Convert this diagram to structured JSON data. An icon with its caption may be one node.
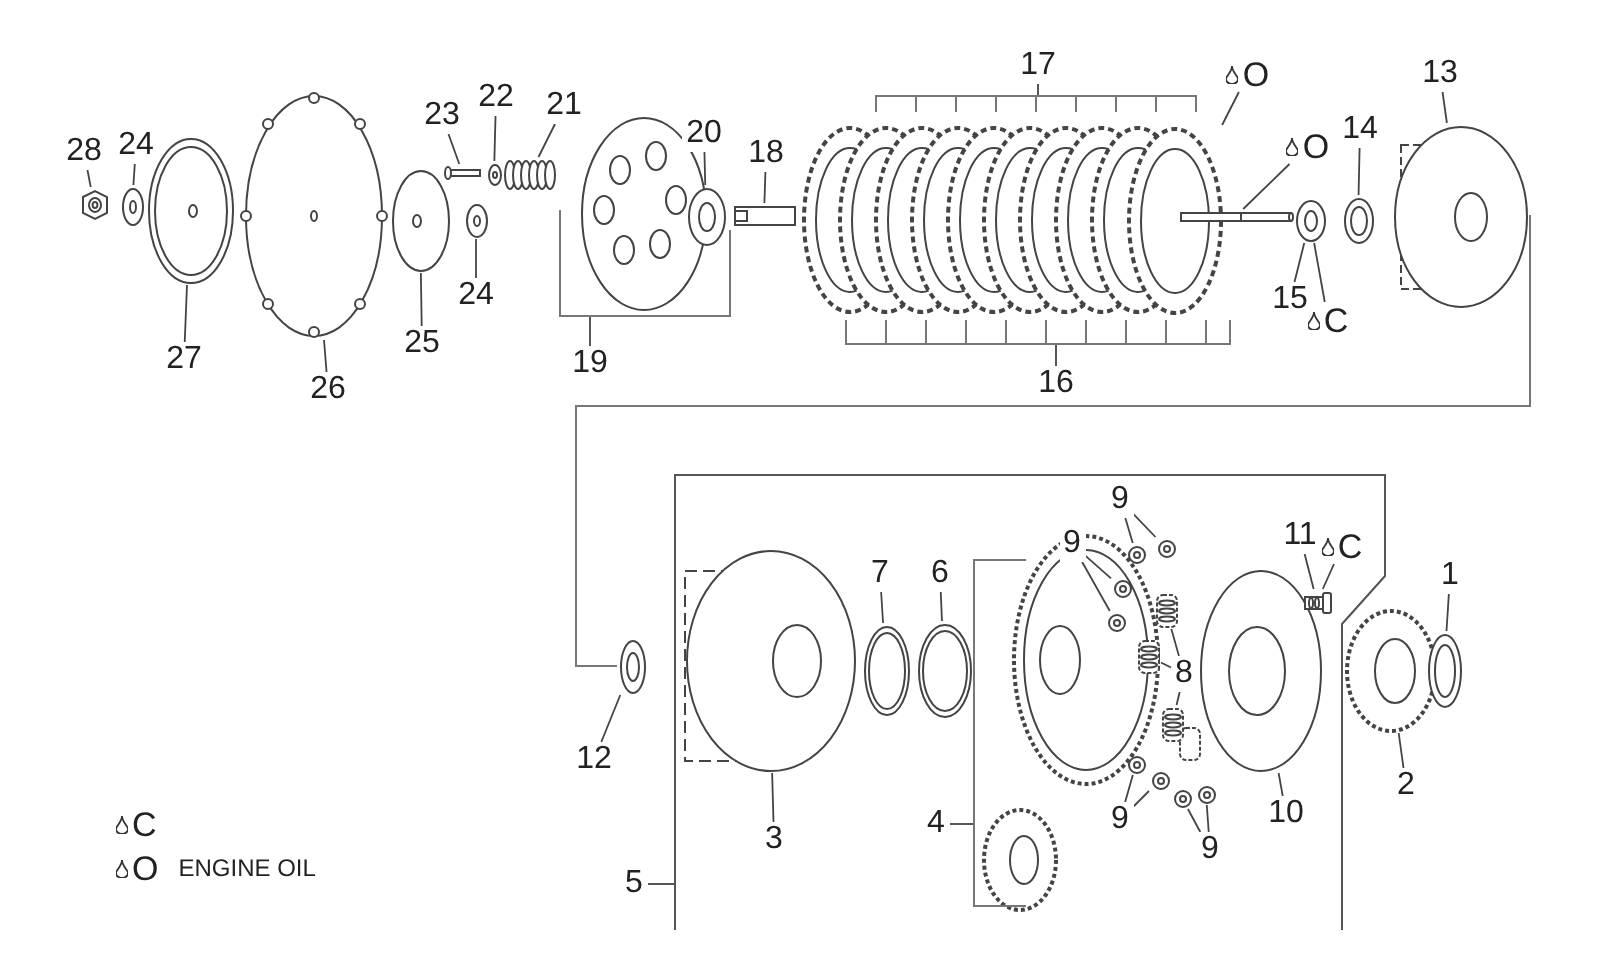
{
  "diagram": {
    "nodes": [
      {
        "text": [
          "17"
        ]
      },
      {
        "text": [
          "13"
        ]
      },
      {
        "text": [
          "22"
        ]
      },
      {
        "text": [
          "21"
        ]
      },
      {
        "text": [
          "23"
        ]
      },
      {
        "text": [
          "14"
        ]
      },
      {
        "text": [
          "20"
        ]
      },
      {
        "text": [
          "24"
        ]
      },
      {
        "text": [
          "18"
        ]
      },
      {
        "text": [
          "28"
        ]
      },
      {
        "text": [
          "15"
        ]
      },
      {
        "text": [
          "24"
        ]
      },
      {
        "text": [
          "25"
        ]
      },
      {
        "text": [
          "27"
        ]
      },
      {
        "text": [
          "19"
        ]
      },
      {
        "text": [
          "16"
        ]
      },
      {
        "text": [
          "26"
        ]
      },
      {
        "text": [],
        "shape": "box"
      },
      {
        "text": [
          "9"
        ],
        "in": 17
      },
      {
        "text": [
          "11"
        ],
        "in": 17
      },
      {
        "text": [
          "9"
        ],
        "in": 17
      },
      {
        "text": [
          "7"
        ],
        "in": 17
      },
      {
        "text": [
          "6"
        ],
        "in": 17
      },
      {
        "text": [
          "1"
        ]
      },
      {
        "text": [
          "8"
        ],
        "in": 17
      },
      {
        "text": [
          "12"
        ]
      },
      {
        "text": [
          "2"
        ]
      },
      {
        "text": [
          "10"
        ],
        "in": 17
      },
      {
        "text": [
          "9"
        ],
        "in": 17
      },
      {
        "text": [
          "4"
        ],
        "in": 17
      },
      {
        "text": [
          "3"
        ],
        "in": 17
      },
      {
        "text": [
          "9"
        ],
        "in": 17
      },
      {
        "text": [
          "5"
        ]
      },
      {
        "text": [
          "O"
        ]
      },
      {
        "text": [
          "O"
        ]
      },
      {
        "text": [
          "C"
        ]
      },
      {
        "text": [
          "C"
        ],
        "in": 17
      },
      {
        "text": [],
        "shape": "bracket"
      },
      {
        "text": [],
        "shape": "bracket"
      },
      {
        "text": [],
        "shape": "bracket"
      },
      {
        "text": [],
        "shape": "bracket",
        "in": 17
      },
      {
        "text": [],
        "shape": "picture"
      },
      {
        "text": [],
        "shape": "picture"
      },
      {
        "text": [],
        "shape": "picture"
      },
      {
        "text": [],
        "shape": "picture"
      },
      {
        "text": [],
        "shape": "picture"
      },
      {
        "text": [],
        "shape": "picture"
      },
      {
        "text": [],
        "shape": "picture"
      },
      {
        "text": [],
        "shape": "picture"
      },
      {
        "text": [],
        "shape": "picture"
      },
      {
        "text": [],
        "shape": "picture"
      },
      {
        "text": [],
        "shape": "picture"
      },
      {
        "text": [],
        "shape": "picture"
      },
      {
        "text": [],
        "shape": "picture"
      },
      {
        "text": [],
        "shape": "picture"
      },
      {
        "text": [],
        "shape": "picture"
      },
      {
        "text": [],
        "shape": "picture"
      },
      {
        "text": [],
        "shape": "picture"
      },
      {
        "text": [],
        "shape": "picture",
        "in": 17
      },
      {
        "text": [],
        "shape": "picture",
        "in": 17
      },
      {
        "text": [],
        "shape": "picture",
        "in": 17
      },
      {
        "text": [],
        "shape": "picture",
        "in": 17
      },
      {
        "text": [],
        "shape": "picture",
        "in": 17
      },
      {
        "text": [],
        "shape": "picture",
        "in": 17
      },
      {
        "text": [],
        "shape": "picture",
        "in": 17
      },
      {
        "text": [],
        "shape": "picture",
        "in": 17
      },
      {
        "text": [],
        "shape": "picture",
        "in": 17
      },
      {
        "text": [],
        "shape": "picture",
        "in": 17
      },
      {
        "text": [],
        "shape": "picture",
        "in": 17
      },
      {
        "text": [],
        "shape": "picture",
        "in": 17
      },
      {
        "text": [],
        "shape": "picture",
        "in": 17
      },
      {
        "text": [],
        "shape": "picture",
        "in": 17
      },
      {
        "text": [],
        "shape": "picture",
        "in": 17
      },
      {
        "text": [],
        "shape": "picture",
        "in": 17
      },
      {
        "text": [],
        "shape": "picture"
      },
      {
        "text": [],
        "shape": "picture"
      }
    ],
    "edges": [
      {
        "from": 0,
        "to": 37,
        "arrow": "none"
      },
      {
        "from": 1,
        "to": 56,
        "arrow": "none"
      },
      {
        "from": 2,
        "to": 48,
        "arrow": "none"
      },
      {
        "from": 3,
        "to": 49,
        "arrow": "none"
      },
      {
        "from": 4,
        "to": 47,
        "arrow": "none"
      },
      {
        "from": 5,
        "to": 55,
        "arrow": "none"
      },
      {
        "from": 6,
        "to": 50,
        "arrow": "none"
      },
      {
        "from": 7,
        "to": 42,
        "arrow": "none"
      },
      {
        "from": 8,
        "to": 51,
        "arrow": "none"
      },
      {
        "from": 9,
        "to": 41,
        "arrow": "none"
      },
      {
        "from": 10,
        "to": 54,
        "arrow": "none"
      },
      {
        "from": 11,
        "to": 46,
        "arrow": "none"
      },
      {
        "from": 12,
        "to": 45,
        "arrow": "none"
      },
      {
        "from": 13,
        "to": 43,
        "arrow": "none"
      },
      {
        "from": 14,
        "to": 39,
        "arrow": "none"
      },
      {
        "from": 15,
        "to": 38,
        "arrow": "none"
      },
      {
        "from": 16,
        "to": 44,
        "arrow": "none"
      },
      {
        "from": 18,
        "to": 61,
        "arrow": "none"
      },
      {
        "from": 18,
        "to": 62,
        "arrow": "none"
      },
      {
        "from": 19,
        "to": 73,
        "arrow": "none"
      },
      {
        "from": 20,
        "to": 63,
        "arrow": "none"
      },
      {
        "from": 20,
        "to": 64,
        "arrow": "none"
      },
      {
        "from": 21,
        "to": 59,
        "arrow": "none"
      },
      {
        "from": 22,
        "to": 60,
        "arrow": "none"
      },
      {
        "from": 23,
        "to": 75,
        "arrow": "none"
      },
      {
        "from": 24,
        "to": 65,
        "arrow": "none"
      },
      {
        "from": 24,
        "to": 66,
        "arrow": "none"
      },
      {
        "from": 24,
        "to": 67,
        "arrow": "none"
      },
      {
        "from": 25,
        "to": 57,
        "arrow": "none"
      },
      {
        "from": 26,
        "to": 74,
        "arrow": "none"
      },
      {
        "from": 27,
        "to": 72,
        "arrow": "none"
      },
      {
        "from": 28,
        "to": 68,
        "arrow": "none"
      },
      {
        "from": 28,
        "to": 69,
        "arrow": "none"
      },
      {
        "from": 29,
        "to": 40,
        "arrow": "none"
      },
      {
        "from": 30,
        "to": 58,
        "arrow": "none"
      },
      {
        "from": 31,
        "to": 70,
        "arrow": "none"
      },
      {
        "from": 31,
        "to": 71,
        "arrow": "none"
      },
      {
        "from": 32,
        "to": 17,
        "arrow": "none"
      },
      {
        "from": 33,
        "to": 52,
        "arrow": "none"
      },
      {
        "from": 34,
        "to": 53,
        "arrow": "none"
      },
      {
        "from": 35,
        "to": 54,
        "arrow": "none"
      },
      {
        "from": 36,
        "to": 73,
        "arrow": "none"
      },
      {
        "from": 56,
        "to": 57,
        "arrow": "none"
      }
    ],
    "labels": [
      "C",
      "O"
    ],
    "legend": [
      {
        "text": "ENGINE OIL"
      }
    ]
  }
}
